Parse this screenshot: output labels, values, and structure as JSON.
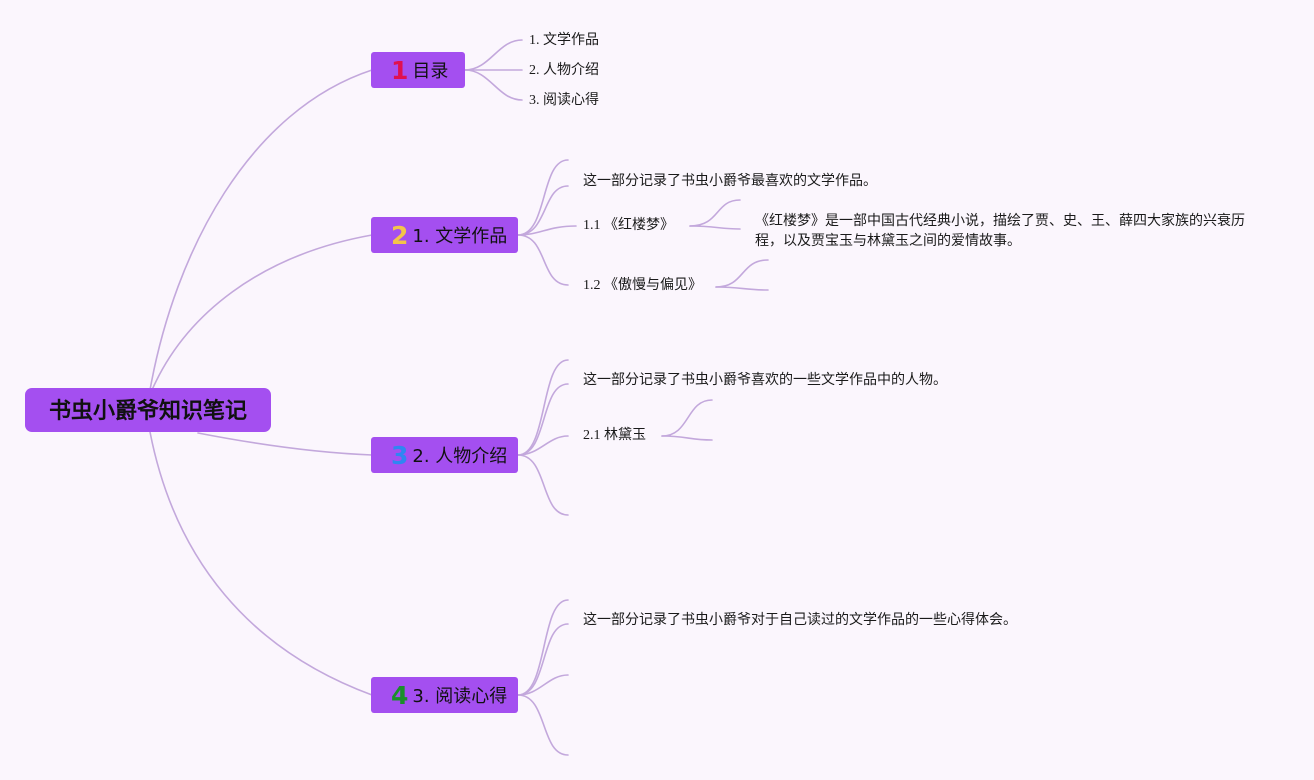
{
  "root": {
    "title": "书虫小爵爷知识笔记"
  },
  "colors": {
    "node_fill": "#a44ff0",
    "connector": "#c3a8dc",
    "background": "#fbf6fd",
    "num1": "#e01050",
    "num2": "#f3c44a",
    "num3": "#2f86f2",
    "num4": "#1a8f2a"
  },
  "branches": [
    {
      "number": "1",
      "label": "目录",
      "children": [
        "1. 文学作品",
        "2. 人物介绍",
        "3. 阅读心得"
      ]
    },
    {
      "number": "2",
      "label": "1. 文学作品",
      "intro": "这一部分记录了书虫小爵爷最喜欢的文学作品。",
      "items": [
        {
          "label": "1.1 《红楼梦》",
          "detail": "《红楼梦》是一部中国古代经典小说，描绘了贾、史、王、薛四大家族的兴衰历程，以及贾宝玉与林黛玉之间的爱情故事。"
        },
        {
          "label": "1.2 《傲慢与偏见》"
        }
      ]
    },
    {
      "number": "3",
      "label": "2. 人物介绍",
      "intro": "这一部分记录了书虫小爵爷喜欢的一些文学作品中的人物。",
      "items": [
        {
          "label": "2.1 林黛玉"
        }
      ]
    },
    {
      "number": "4",
      "label": "3. 阅读心得",
      "intro": "这一部分记录了书虫小爵爷对于自己读过的文学作品的一些心得体会。"
    }
  ]
}
